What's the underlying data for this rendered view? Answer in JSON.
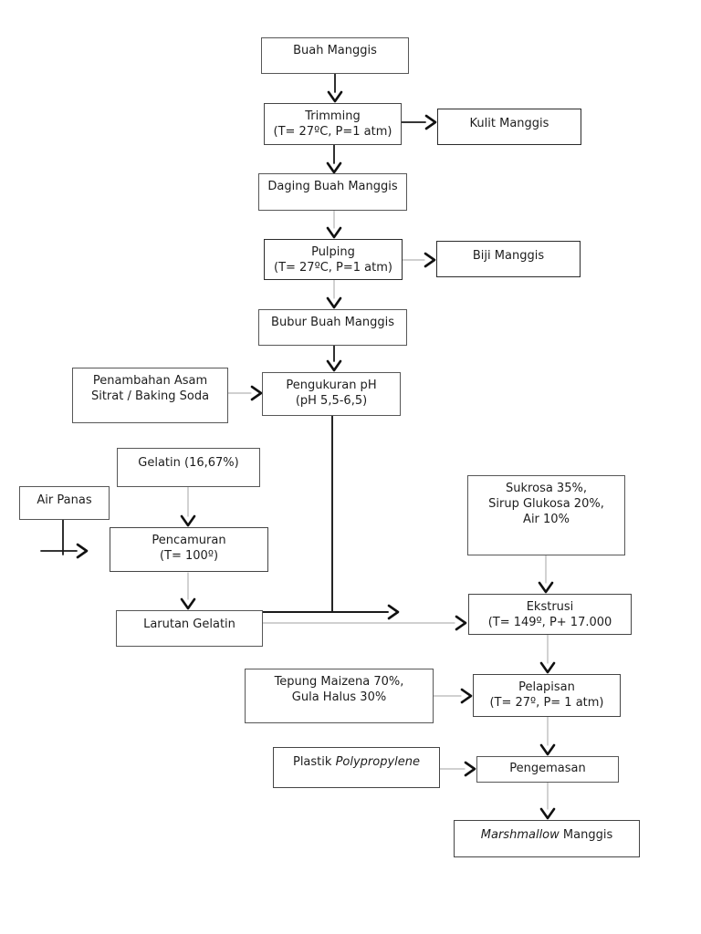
{
  "page": {
    "background": "#ffffff",
    "line_dark": "#1a1a1a",
    "line_light": "#b5b5b5",
    "arrowhead": "#111111"
  },
  "nodes": {
    "buah_manggis": {
      "label": "Buah Manggis"
    },
    "trimming": {
      "line1": "Trimming",
      "line2": "(T= 27ºC, P=1 atm)"
    },
    "kulit_manggis": {
      "label": "Kulit Manggis"
    },
    "daging": {
      "label": "Daging Buah Manggis"
    },
    "pulping": {
      "line1": "Pulping",
      "line2": "(T= 27ºC, P=1 atm)"
    },
    "biji_manggis": {
      "label": "Biji Manggis"
    },
    "bubur": {
      "label": "Bubur Buah Manggis"
    },
    "penambahan": {
      "line1": "Penambahan Asam",
      "line2": "Sitrat / Baking Soda"
    },
    "pengukuran_ph": {
      "line1": "Pengukuran pH",
      "line2": "(pH 5,5-6,5)"
    },
    "gelatin": {
      "label": "Gelatin (16,67%)"
    },
    "air_panas": {
      "label": "Air Panas"
    },
    "pencamuran": {
      "line1": "Pencamuran",
      "line2": "(T= 100º)"
    },
    "larutan_gelatin": {
      "label": "Larutan Gelatin"
    },
    "sukrosa": {
      "line1": "Sukrosa 35%,",
      "line2": "Sirup Glukosa 20%,",
      "line3": "Air 10%"
    },
    "ekstrusi": {
      "line1": "Ekstrusi",
      "line2": "(T= 149º, P+ 17.000"
    },
    "tepung": {
      "line1": "Tepung Maizena 70%,",
      "line2": "Gula Halus 30%"
    },
    "pelapisan": {
      "line1": "Pelapisan",
      "line2": "(T= 27º, P= 1 atm)"
    },
    "plastik": {
      "prefix": "Plastik",
      "italic": "Polypropylene"
    },
    "pengemasan": {
      "label": "Pengemasan"
    },
    "marshmallow": {
      "italic": "Marshmallow",
      "suffix": "Manggis"
    }
  }
}
